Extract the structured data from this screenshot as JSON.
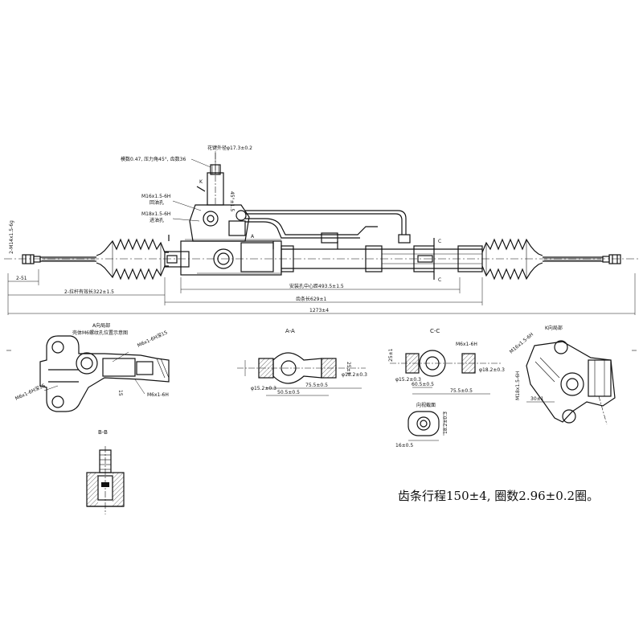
{
  "main_view": {
    "label_module": "模数0.47, 压力角45°, 齿数36",
    "label_spline": "花键外径φ17.3±0.2",
    "label_return_thread": "M16x1.5-6H",
    "label_return": "回油孔",
    "label_inlet_thread": "M18x1.5-6H",
    "label_inlet": "进油孔",
    "label_end_thread": "2-M14x1.5-6g",
    "label_k": "K",
    "label_45": "45°±1.5",
    "label_a": "A",
    "label_c": "C",
    "dim_51": "2-51",
    "dim_tie_rod": "2-拉杆有效长322±1.5",
    "dim_mount": "安装孔中心距493.5±1.5",
    "dim_rack": "齿条长629±1",
    "dim_total": "1273±4"
  },
  "view_a": {
    "title": "A向局部",
    "subtitle": "壳体M6螺纹孔位置示意图",
    "label_m6_top": "M6x1-6H深15",
    "label_m6_left": "M6x1-6H深15",
    "label_m6_right": "M6x1-6H",
    "label_15": "15"
  },
  "view_aa": {
    "title": "A-A",
    "dim_1": "φ15.2±0.3",
    "dim_2": "φ18.2±0.3",
    "dim_3": "50.5±0.5",
    "dim_4": "75.5±0.5",
    "dim_5": "25±1"
  },
  "view_cc": {
    "title": "C-C",
    "dim_1": "M6x1-6H",
    "dim_2": "φ15.2±0.3",
    "dim_3": "φ18.2±0.3",
    "dim_4": "60.5±0.5",
    "dim_5": "75.5±0.5",
    "dim_6": "25±1"
  },
  "view_k": {
    "title": "K向局部",
    "dim_1": "M16x1.5-6H",
    "dim_2": "M18x1.5-6H",
    "dim_3": "30±1"
  },
  "view_cut": {
    "label": "向视截面",
    "dim_w": "16±0.5",
    "dim_h": "18.2±0.3"
  },
  "view_bb": {
    "title": "B-B"
  },
  "note": {
    "text": "齿条行程150±4, 圈数2.96±0.2圈。"
  }
}
